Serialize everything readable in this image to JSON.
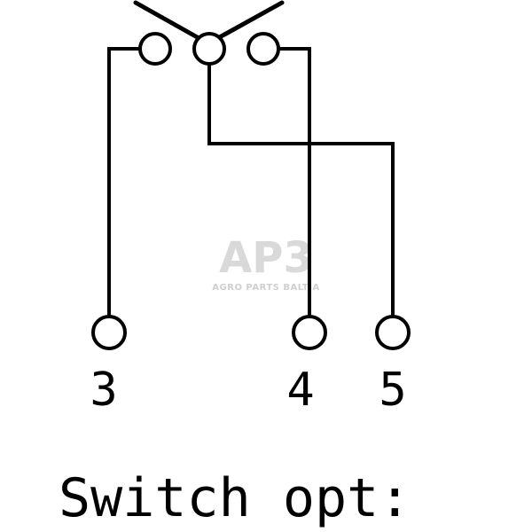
{
  "terminals": {
    "t3": "3",
    "t4": "4",
    "t5": "5"
  },
  "caption": "Switch opt:",
  "watermark": {
    "logo": "AP3",
    "subtitle": "AGRO PARTS BALTIA"
  },
  "colors": {
    "ink": "#000000",
    "background": "#ffffff",
    "watermark": "#d9d9d9"
  }
}
